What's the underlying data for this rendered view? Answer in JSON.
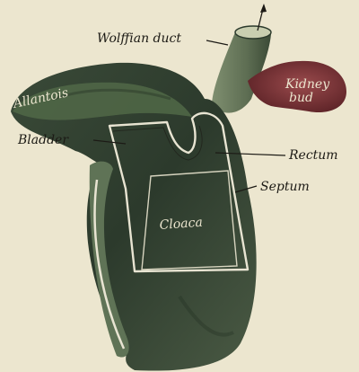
{
  "labels": {
    "wolffian_duct": "Wolffian duct",
    "kidney_bud": "Kidney bud",
    "allantois": "Allantois",
    "bladder": "Bladder",
    "rectum": "Rectum",
    "septum": "Septum",
    "cloaca": "Cloaca"
  },
  "colors": {
    "paper": "#ece6cf",
    "tissue_dark": "#2c3a2c",
    "tissue_mid": "#52664c",
    "kidney_bud": "#7a2f35",
    "outline": "#e8e4d2",
    "ink": "#1c1a15"
  }
}
